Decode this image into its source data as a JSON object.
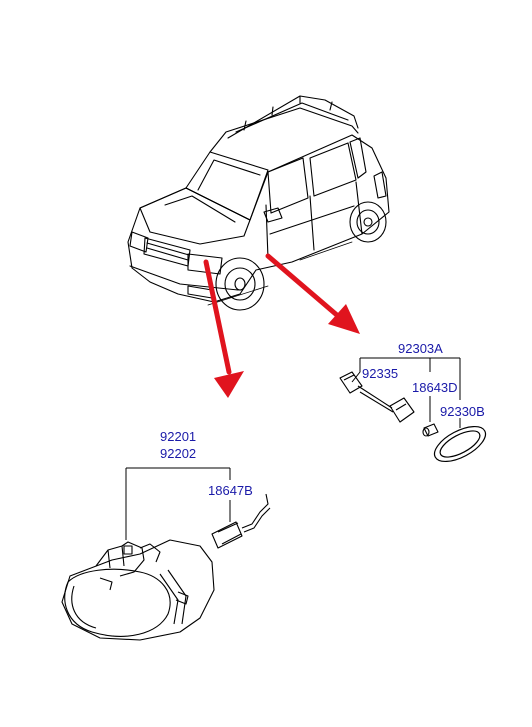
{
  "colors": {
    "background": "#ffffff",
    "line": "#000000",
    "arrow": "#e0141e",
    "label": "#1a1aa8"
  },
  "parts": {
    "front_lamp_assembly": "92201",
    "front_lamp_assembly_alt": "92202",
    "front_lamp_bulb": "18647B",
    "side_repeater_assembly": "92303A",
    "side_repeater_socket": "92335",
    "side_repeater_bulb": "18643D",
    "side_repeater_lens": "92330B"
  }
}
